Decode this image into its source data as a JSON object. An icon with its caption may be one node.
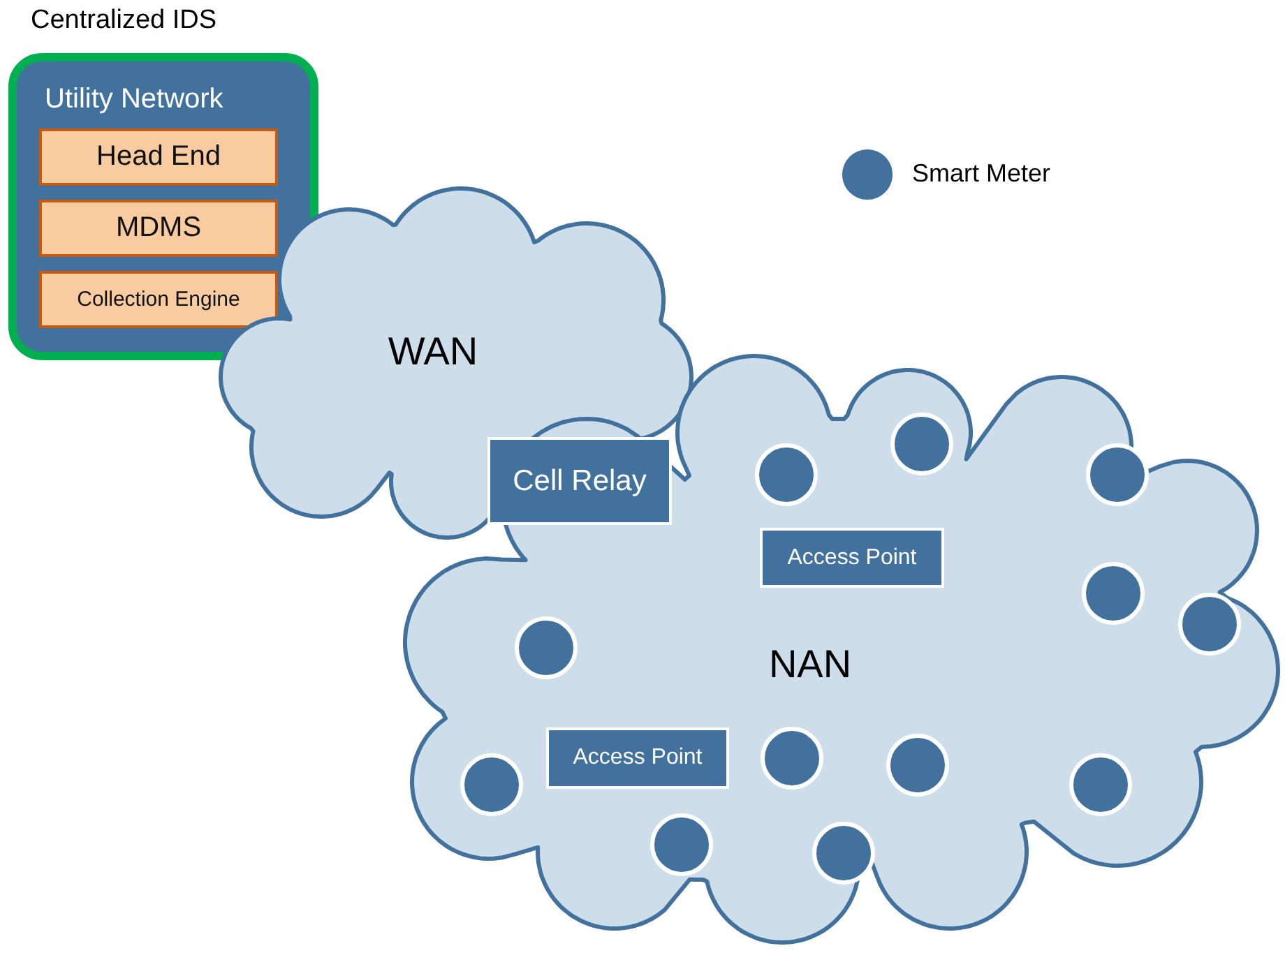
{
  "diagram": {
    "nodes": [
      {
        "text": [
          "Centralized IDS",
          "Utility Network"
        ]
      },
      {
        "text": [
          "Head End"
        ],
        "in": 0
      },
      {
        "text": [
          "MDMS"
        ],
        "in": 0
      },
      {
        "text": [
          "Collection Engine"
        ],
        "in": 0
      },
      {
        "text": [
          "WAN"
        ]
      },
      {
        "text": [
          "NAN"
        ]
      },
      {
        "text": [
          "Cell Relay"
        ]
      },
      {
        "text": [
          "Access Point"
        ],
        "in": 5
      },
      {
        "text": [
          "Access Point"
        ],
        "in": 5
      },
      {
        "text": [],
        "shape": "circle",
        "in": 5
      },
      {
        "text": [],
        "shape": "circle",
        "in": 5
      },
      {
        "text": [],
        "shape": "circle",
        "in": 5
      },
      {
        "text": [],
        "shape": "circle",
        "in": 5
      },
      {
        "text": [],
        "shape": "circle",
        "in": 5
      },
      {
        "text": [],
        "shape": "circle",
        "in": 5
      },
      {
        "text": [],
        "shape": "circle",
        "in": 5
      },
      {
        "text": [],
        "shape": "circle",
        "in": 5
      },
      {
        "text": [],
        "shape": "circle",
        "in": 5
      },
      {
        "text": [],
        "shape": "circle",
        "in": 5
      },
      {
        "text": [],
        "shape": "circle",
        "in": 5
      },
      {
        "text": [],
        "shape": "circle",
        "in": 5
      }
    ],
    "edges": [],
    "legend": [
      {
        "text": "Smart Meter"
      }
    ]
  }
}
